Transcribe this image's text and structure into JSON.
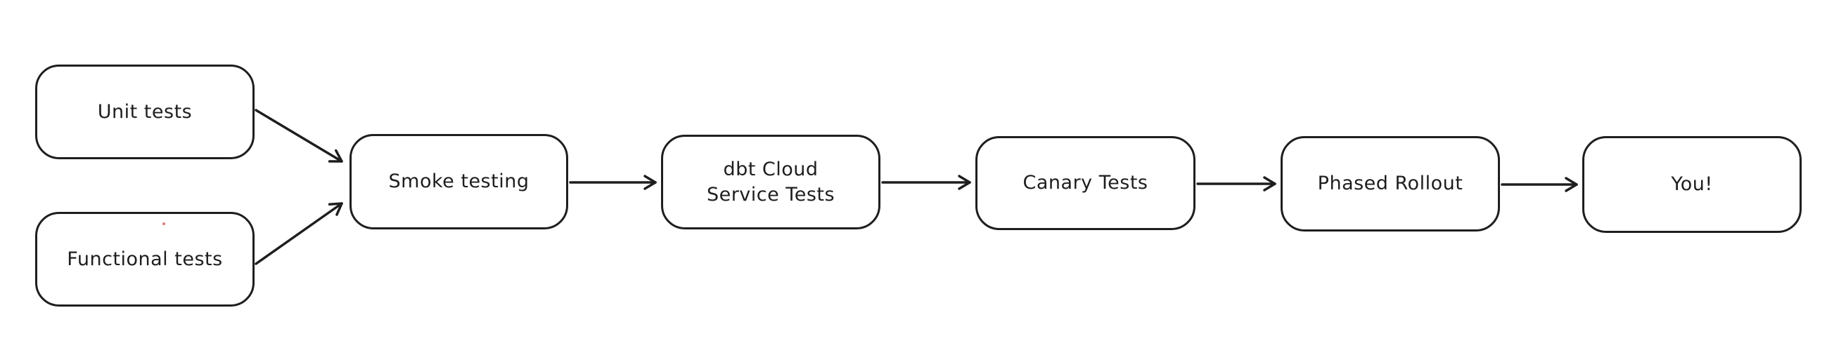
{
  "diagram": {
    "title": "Testing and rollout pipeline flowchart",
    "background_color": "#ffffff",
    "stroke_color": "#1e1e1e",
    "nodes": [
      {
        "id": "unit-tests",
        "label": "Unit tests"
      },
      {
        "id": "functional-tests",
        "label": "Functional tests"
      },
      {
        "id": "smoke-testing",
        "label": "Smoke testing"
      },
      {
        "id": "dbt-cloud-service-tests",
        "label": "dbt Cloud\nService Tests"
      },
      {
        "id": "canary-tests",
        "label": "Canary Tests"
      },
      {
        "id": "phased-rollout",
        "label": "Phased Rollout"
      },
      {
        "id": "you",
        "label": "You!"
      }
    ],
    "edges": [
      {
        "from": "unit-tests",
        "to": "smoke-testing"
      },
      {
        "from": "functional-tests",
        "to": "smoke-testing"
      },
      {
        "from": "smoke-testing",
        "to": "dbt-cloud-service-tests"
      },
      {
        "from": "dbt-cloud-service-tests",
        "to": "canary-tests"
      },
      {
        "from": "canary-tests",
        "to": "phased-rollout"
      },
      {
        "from": "phased-rollout",
        "to": "you"
      }
    ]
  }
}
